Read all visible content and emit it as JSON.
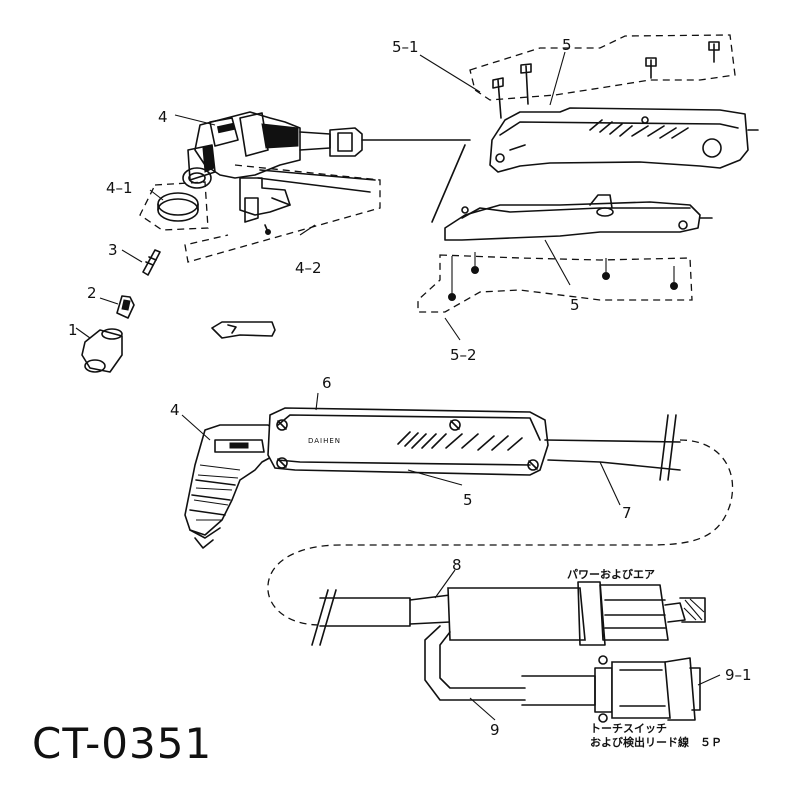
{
  "labels": {
    "p1": "1",
    "p2": "2",
    "p3": "3",
    "p4_top": "4",
    "p4_1": "4–1",
    "p4_2": "4–2",
    "p5_top": "5",
    "p5_1": "5–1",
    "p5_mid": "5",
    "p5_2": "5–2",
    "p6": "6",
    "p4_low": "4",
    "p5_low": "5",
    "p7": "7",
    "p8": "8",
    "p9": "9",
    "p9_1": "9–1"
  },
  "texts": {
    "power_air": "パワーおよびエア",
    "switch_line1": "トーチスイッチ",
    "switch_line2": "および検出リード線　５Ｐ",
    "brand": "DAIHEN"
  },
  "code": "CT-0351"
}
